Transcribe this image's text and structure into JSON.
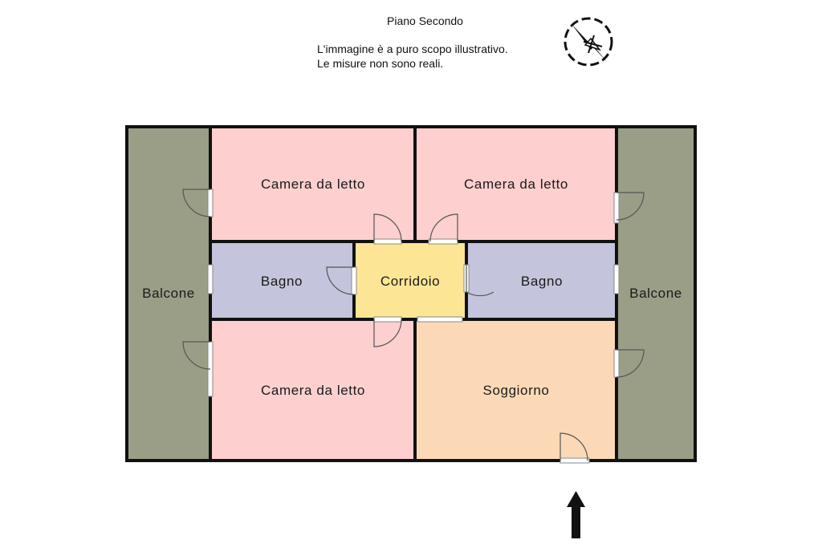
{
  "header": {
    "floor_title": "Piano Secondo",
    "disclaimer_line1": "L'immagine è a puro scopo illustrativo.",
    "disclaimer_line2": "Le misure non sono reali."
  },
  "rooms": {
    "bedroom_top_left": "Camera da letto",
    "bedroom_top_right": "Camera da letto",
    "bathroom_left": "Bagno",
    "corridor": "Corridoio",
    "bathroom_right": "Bagno",
    "bedroom_bottom_left": "Camera da letto",
    "living_room": "Soggiorno",
    "balcony_left": "Balcone",
    "balcony_right": "Balcone"
  },
  "colors": {
    "bedroom": "#fdcfcf",
    "bathroom": "#c4c4dc",
    "corridor": "#fde596",
    "living_room": "#fcd9b6",
    "balcony": "#9b9e86",
    "wall": "#111111"
  },
  "icons": {
    "compass": "compass-icon",
    "entrance": "entrance-arrow-icon"
  }
}
